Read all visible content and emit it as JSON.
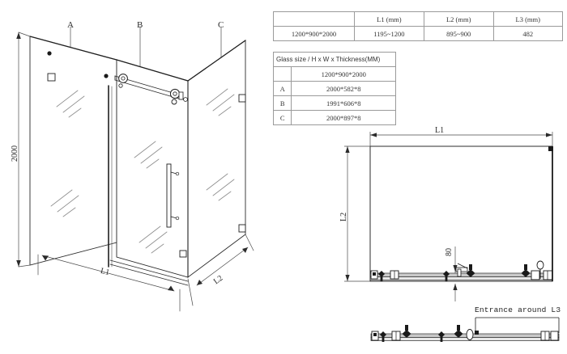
{
  "drawing": {
    "title": "Shower enclosure technical drawing",
    "units": "mm"
  },
  "spec_table": {
    "columns": [
      "",
      "L1 (mm)",
      "L2 (mm)",
      "L3 (mm)"
    ],
    "rows": [
      [
        "1200*900*2000",
        "1195~1200",
        "895~900",
        "482"
      ]
    ]
  },
  "glass_table": {
    "header": "Glass size / H x W x Thickness(MM)",
    "size_row": "1200*900*2000",
    "rows": [
      {
        "label": "A",
        "value": "2000*582*8"
      },
      {
        "label": "B",
        "value": "1991*606*8"
      },
      {
        "label": "C",
        "value": "2000*897*8"
      }
    ]
  },
  "isometric": {
    "panel_a_label": "A",
    "panel_b_label": "B",
    "panel_c_label": "C",
    "height_dim": "2000",
    "width_dim": "L1",
    "depth_dim": "L2"
  },
  "plan_view": {
    "top_dim": "L1",
    "side_dim": "L2",
    "offset_dim": "80"
  },
  "elevation_view": {
    "entrance_note": "Entrance around L3"
  },
  "colors": {
    "line": "#2b2b2b",
    "light_line": "#8f8f8f",
    "table_border": "#9a9a9a",
    "text": "#2a2a2a",
    "hardware": "#1a1a1a",
    "rail_fill": "#c9c9c9"
  }
}
